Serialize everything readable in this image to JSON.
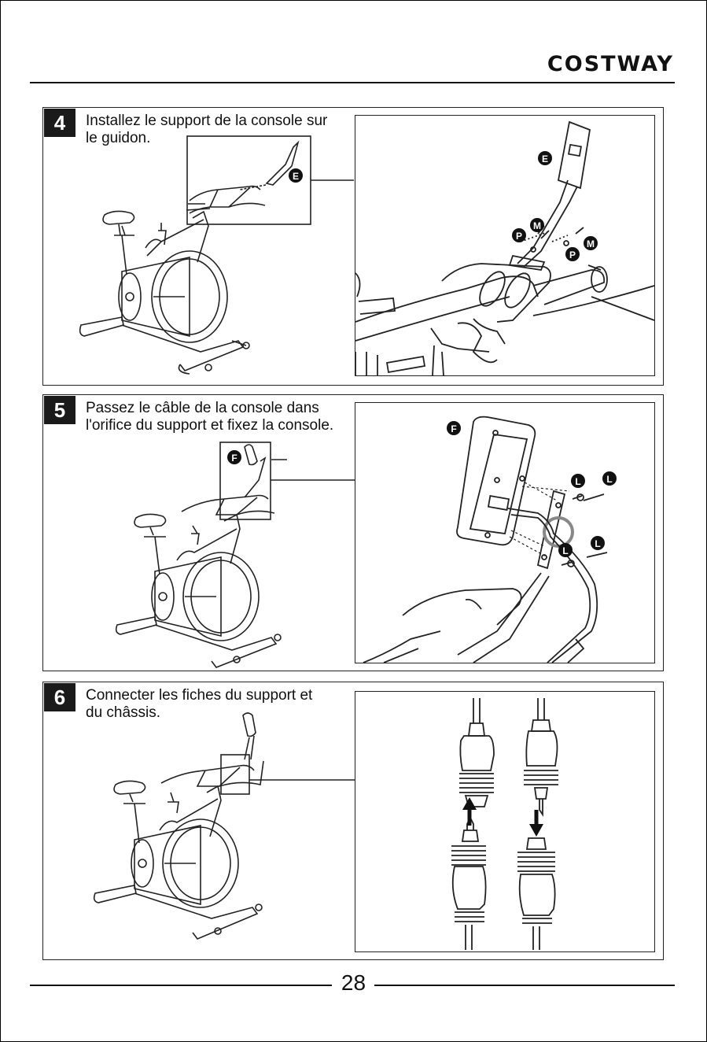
{
  "brand": "COSTWAY",
  "steps": [
    {
      "number": "4",
      "text": "Installez le support de la console sur\nle guidon.",
      "labels": [
        "E",
        "E",
        "M",
        "P",
        "M",
        "P"
      ]
    },
    {
      "number": "5",
      "text": "Passez le câble de la console dans\nl'orifice du support et fixez la console.",
      "labels": [
        "F",
        "F",
        "L",
        "L",
        "L",
        "L"
      ]
    },
    {
      "number": "6",
      "text": "Connecter les fiches du support et\n du châssis."
    }
  ],
  "page_number": "28"
}
